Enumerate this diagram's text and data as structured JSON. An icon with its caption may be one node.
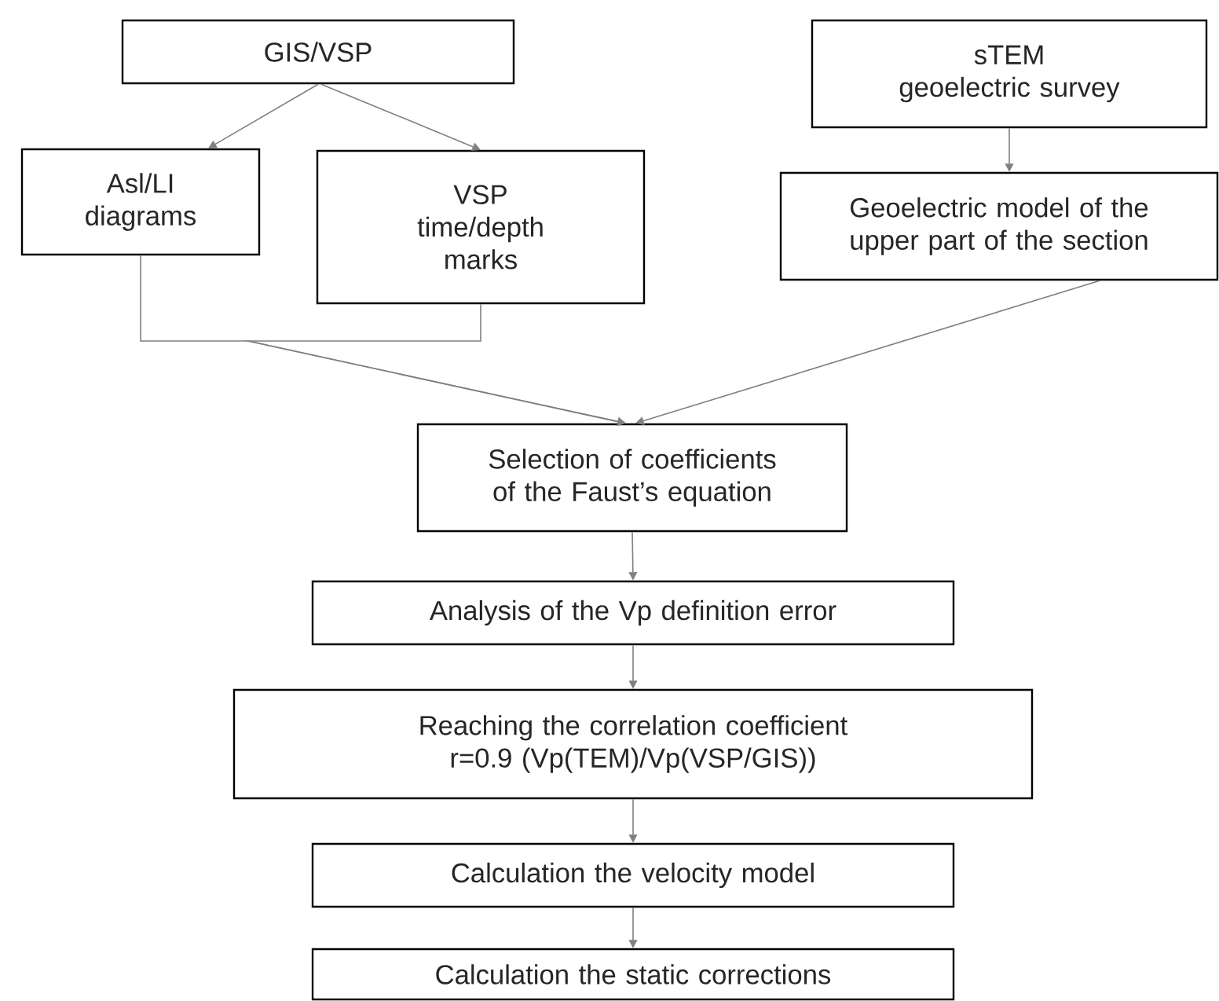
{
  "diagram": {
    "nodes": [
      {
        "text": [
          "GIS/VSP"
        ]
      },
      {
        "text": [
          "Asl/LI diagrams"
        ]
      },
      {
        "text": [
          "VSP time/depth marks"
        ]
      },
      {
        "text": [
          "sTEM",
          "geoelectric survey"
        ]
      },
      {
        "text": [
          "Geoelectric model of the upper part of the section"
        ]
      },
      {
        "text": [
          "Selection of coefficients of the Faust’s equation"
        ]
      },
      {
        "text": [
          "Analysis of the Vp definition error"
        ]
      },
      {
        "text": [
          "Reaching the correlation coefficient r=0.9 (Vp(TEM)/Vp(VSP/GIS))"
        ]
      },
      {
        "text": [
          "Calculation the velocity model"
        ]
      },
      {
        "text": [
          "Calculation the static corrections"
        ]
      }
    ],
    "edges": [
      {
        "from": 0,
        "to": 1,
        "arrow": "to"
      },
      {
        "from": 0,
        "to": 2,
        "arrow": "to"
      },
      {
        "from": 3,
        "to": 4,
        "arrow": "to"
      },
      {
        "from": 1,
        "to": 5,
        "arrow": "to"
      },
      {
        "from": 2,
        "to": 5,
        "arrow": "to"
      },
      {
        "from": 4,
        "to": 5,
        "arrow": "to"
      },
      {
        "from": 5,
        "to": 6,
        "arrow": "to"
      },
      {
        "from": 6,
        "to": 7,
        "arrow": "to"
      },
      {
        "from": 7,
        "to": 8,
        "arrow": "to"
      },
      {
        "from": 8,
        "to": 9,
        "arrow": "to"
      }
    ]
  }
}
